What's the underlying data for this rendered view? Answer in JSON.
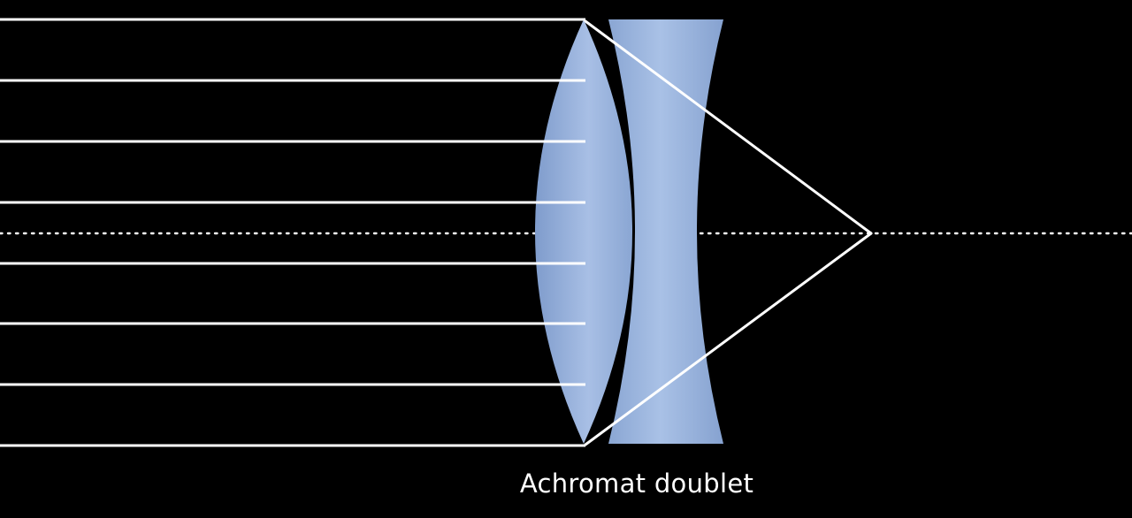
{
  "caption": "Achromat doublet",
  "colors": {
    "background": "#000000",
    "ray": "#ffffff",
    "axis": "#ffffff",
    "lens_fill": "#8eaad6",
    "lens_highlight": "#a9c1e6"
  },
  "elements": {
    "crown_lens": "biconvex-lens",
    "flint_lens": "biconcave-lens",
    "optical_axis": "dotted-axis",
    "incoming_rays": 8,
    "focal_point": "converging-rays"
  }
}
